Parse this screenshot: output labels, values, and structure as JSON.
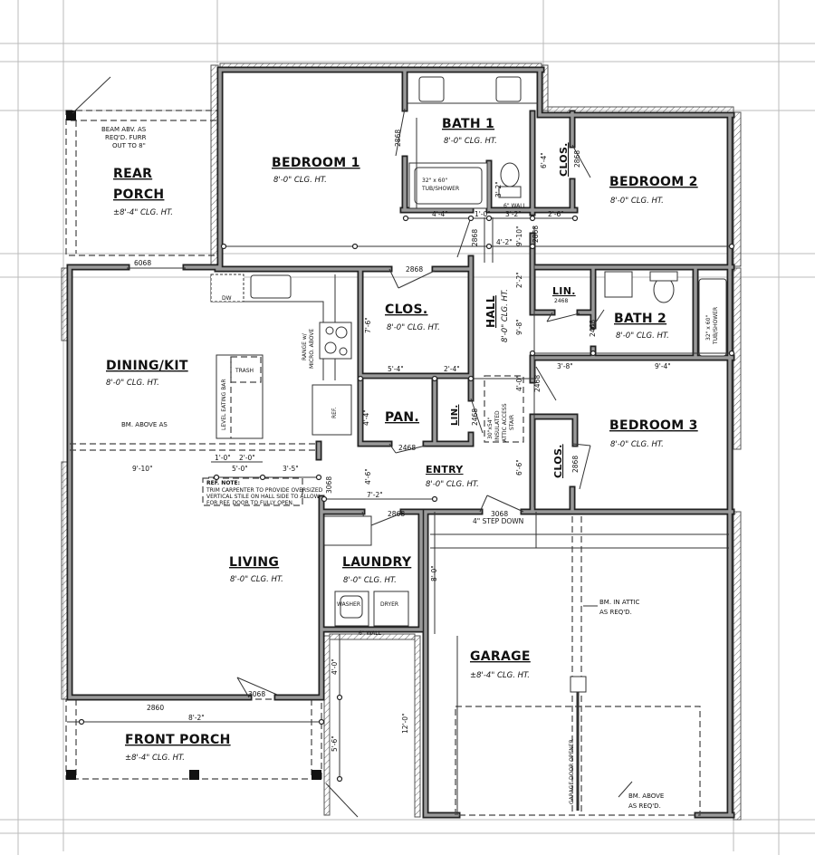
{
  "rear_porch": {
    "title_line1": "REAR",
    "title_line2": "PORCH",
    "ceiling": "±8'-4\" CLG. HT.",
    "note": [
      "BEAM ABV. AS",
      "REQ'D. FURR",
      "OUT TO 8\""
    ],
    "window": "6068"
  },
  "bedroom1": {
    "title": "BEDROOM 1",
    "ceiling": "8'-0\" CLG. HT."
  },
  "bath1": {
    "title": "BATH 1",
    "ceiling": "8'-0\" CLG. HT.",
    "tub_size": "32\" x 60\"",
    "tub_label": "TUB/SHOWER",
    "door": "2868",
    "toilet_dim": "3'-2\"",
    "wall_note": "6\" WALL"
  },
  "bedroom2": {
    "title": "BEDROOM 2",
    "ceiling": "8'-0\" CLG. HT.",
    "closet": "CLOS.",
    "closet_door": "2868",
    "closet_dim": "6'-4\""
  },
  "upper_dims": {
    "d1": "4'-4\"",
    "d2": "1'-0\"",
    "d3": "3'-2\"",
    "d4": "2'-6\"",
    "d5": "4'-2\"",
    "d6": "9'-10\"",
    "hall_door": "2868",
    "bed2_door": "2868"
  },
  "kitchen_closet": {
    "title": "CLOS.",
    "ceiling": "8'-0\" CLG. HT.",
    "door": "2868",
    "dim_v": "7'-6\"",
    "dim_a": "5'-4\"",
    "dim_b": "2'-4\""
  },
  "hall": {
    "title": "HALL",
    "ceiling": "8'-0\" CLG. HT.",
    "d1": "2'-2\"",
    "d2": "9'-8\"",
    "d3": "4'-0\"",
    "d4": "6'-6\""
  },
  "bath2": {
    "title": "BATH 2",
    "ceiling": "8'-0\" CLG. HT.",
    "door": "2468",
    "linen": "LIN.",
    "linen_door": "2468",
    "tub_size": "32\" x 60\"",
    "tub_label": "TUB/SHOWER"
  },
  "bedroom3": {
    "title": "BEDROOM 3",
    "ceiling": "8'-0\" CLG. HT.",
    "door": "2468",
    "closet": "CLOS.",
    "closet_door": "2868",
    "dim_a": "3'-8\"",
    "dim_b": "9'-4\""
  },
  "attic": [
    "30\"x54\"",
    "INSULATED",
    "ATTIC ACCESS",
    "STAIR"
  ],
  "kitchen": {
    "title": "DINING/KIT",
    "ceiling": "8'-0\" CLG. HT.",
    "dw": "DW",
    "range_1": "RANGE w/",
    "range_2": "MICRO. ABOVE",
    "bar": "LEVEL EATING BAR",
    "trash": "TRASH",
    "ref": "REF.",
    "beam": "BM. ABOVE AS",
    "d1": "1'-0\"",
    "d2": "2'-0\"",
    "d3": "9'-10\"",
    "d4": "5'-0\"",
    "d5": "3'-5\"",
    "opening": "3068"
  },
  "ref_note": {
    "title": "REF. NOTE:",
    "lines": [
      "TRIM CARPENTER TO PROVIDE OVERSIZED",
      "VERTICAL STILE ON HALL SIDE TO ALLOW",
      "FOR REF. DOOR TO FULLY OPEN."
    ]
  },
  "pantry": {
    "title": "PAN.",
    "door": "2468",
    "dim": "4'-4\"",
    "linen": "LIN.",
    "linen_door": "2468"
  },
  "entry": {
    "title": "ENTRY",
    "ceiling": "8'-0\" CLG. HT.",
    "dim_v": "4'-6\"",
    "dim_h": "7'-2\"",
    "laundry_door": "2868",
    "garage_door": "3068",
    "step": "4\" STEP DOWN"
  },
  "living": {
    "title": "LIVING",
    "ceiling": "8'-0\" CLG. HT."
  },
  "laundry": {
    "title": "LAUNDRY",
    "ceiling": "8'-0\" CLG. HT.",
    "washer": "WASHER",
    "dryer": "DRYER",
    "wall_note": "6\" WALL"
  },
  "front_porch": {
    "title": "FRONT PORCH",
    "ceiling": "±8'-4\" CLG. HT.",
    "window": "2860",
    "door": "3068",
    "dim": "8'-2\"",
    "d_a": "4'-0\"",
    "d_b": "5'-6\"",
    "d_c": "12'-0\""
  },
  "garage": {
    "title": "GARAGE",
    "ceiling": "±8'-4\" CLG. HT.",
    "dim": "8'-0\"",
    "beam_attic_1": "BM. IN ATTIC",
    "beam_attic_2": "AS REQ'D.",
    "opener": "GARAGE DOOR OPENER",
    "beam_above_1": "BM. ABOVE",
    "beam_above_2": "AS REQ'D."
  }
}
